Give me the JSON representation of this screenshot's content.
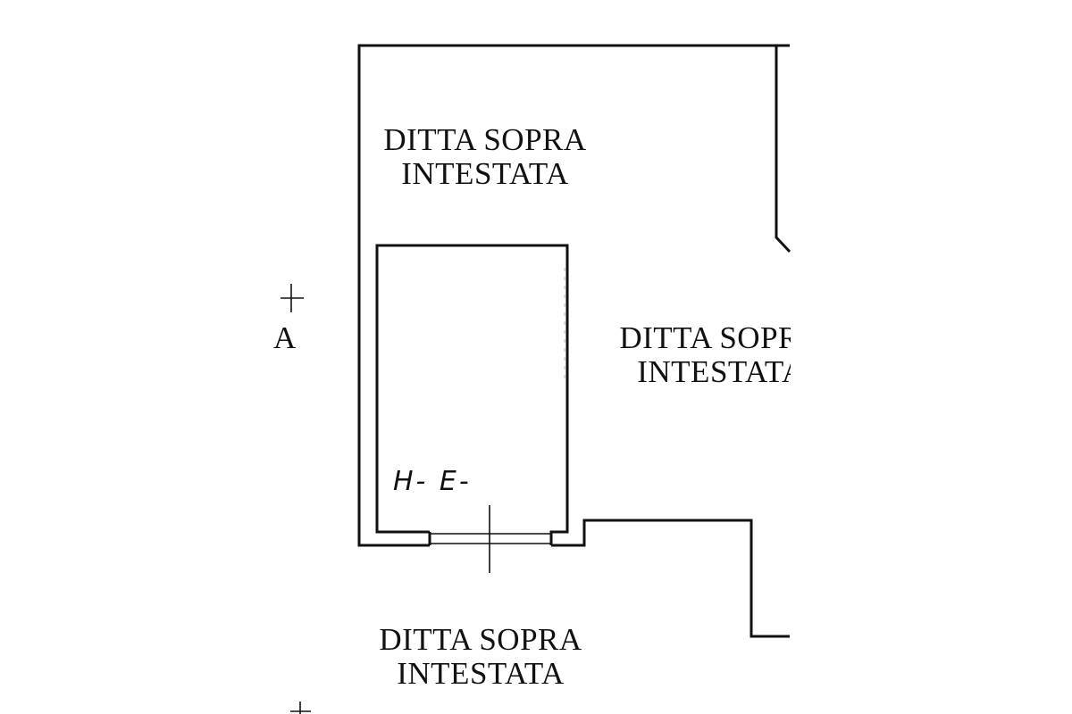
{
  "plan": {
    "rooms": [
      {
        "id": "top",
        "line1": "DITTA SOPRA",
        "line2": "INTESTATA"
      },
      {
        "id": "right",
        "line1": "DITTA SOPRA",
        "line2": "INTESTATA"
      },
      {
        "id": "bottom",
        "line1": "DITTA SOPRA",
        "line2": "INTESTATA"
      }
    ],
    "partial_left_text": "A",
    "subunit_label": "H- E-",
    "colors": {
      "ink": "#111111",
      "background": "#ffffff"
    }
  }
}
